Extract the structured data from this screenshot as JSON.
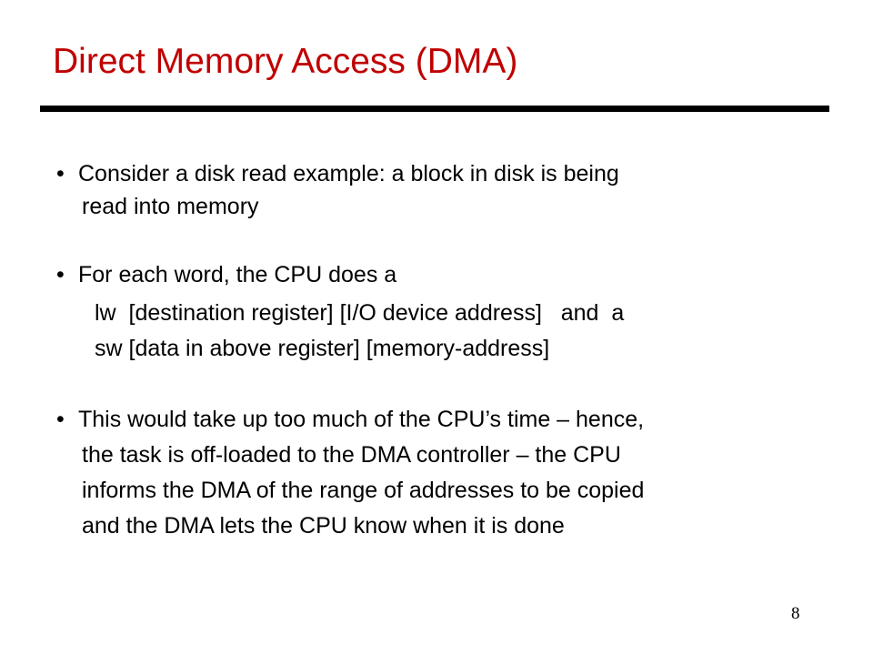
{
  "colors": {
    "title": "#c00000",
    "text": "#000000",
    "rule": "#000000"
  },
  "slide": {
    "title": "Direct Memory Access (DMA)",
    "bullet_glyph": "•",
    "bullets": [
      {
        "lines": [
          "Consider a disk read example: a block in disk is being",
          "read into memory"
        ]
      },
      {
        "lines": [
          "For each word, the CPU does a",
          "lw  [destination register] [I/O device address]   and  a",
          "sw [data in above register] [memory-address]"
        ]
      },
      {
        "lines": [
          "This would take up too much of the CPU’s time – hence,",
          "the task is off-loaded to the DMA controller – the CPU",
          "informs the DMA of the range of addresses to be copied",
          "and the DMA lets the CPU know when it is done"
        ]
      }
    ],
    "page_number": "8"
  }
}
